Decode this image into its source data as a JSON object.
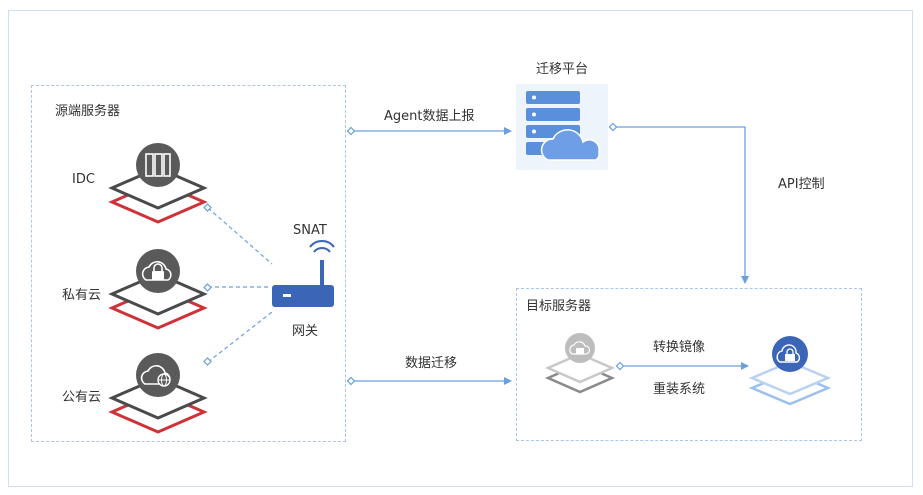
{
  "source": {
    "title": "源端服务器",
    "servers": [
      {
        "label": "IDC",
        "icon": "server-rack-icon"
      },
      {
        "label": "私有云",
        "icon": "cloud-lock-icon"
      },
      {
        "label": "公有云",
        "icon": "cloud-globe-icon"
      }
    ]
  },
  "gateway": {
    "label": "网关",
    "snat_label": "SNAT"
  },
  "platform": {
    "title": "迁移平台"
  },
  "target": {
    "title": "目标服务器",
    "convert_label": "转换镜像",
    "reinstall_label": "重装系统"
  },
  "edges": {
    "agent_report": "Agent数据上报",
    "api_control": "API控制",
    "data_migration": "数据迁移"
  },
  "colors": {
    "accent_blue": "#4a86d8",
    "red_layer": "#d0323a",
    "dark_layer": "#4a4a4a",
    "box_border": "#a9c6ea",
    "line_blue": "#6aa0e0"
  }
}
